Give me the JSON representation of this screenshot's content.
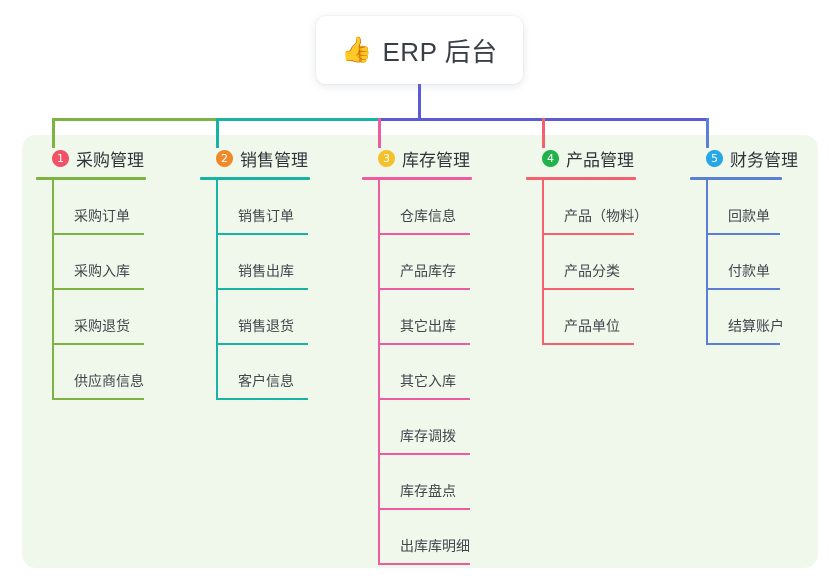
{
  "canvas": {
    "background": "#ffffff",
    "panel_color": "#eff8ea"
  },
  "root": {
    "icon": "thumbs-up-icon",
    "icon_glyph": "👍",
    "label": "ERP 后台"
  },
  "connectors": {
    "root_stem_color": "#5b5bd6",
    "left_bar_segments": [
      {
        "color": "#7cb342"
      },
      {
        "color": "#17b3a3"
      }
    ],
    "right_bar_color": "#5b5bd6"
  },
  "columns": [
    {
      "number": "1",
      "badge_color": "#f25267",
      "accent": "#7cb342",
      "title": "采购管理",
      "items": [
        "采购订单",
        "采购入库",
        "采购退货",
        "供应商信息"
      ]
    },
    {
      "number": "2",
      "badge_color": "#f0892a",
      "accent": "#17b3a3",
      "title": "销售管理",
      "items": [
        "销售订单",
        "销售出库",
        "销售退货",
        "客户信息"
      ]
    },
    {
      "number": "3",
      "badge_color": "#f4c02c",
      "accent": "#ef5ba1",
      "title": "库存管理",
      "items": [
        "仓库信息",
        "产品库存",
        "其它出库",
        "其它入库",
        "库存调拨",
        "库存盘点",
        "出库库明细"
      ]
    },
    {
      "number": "4",
      "badge_color": "#22b24c",
      "accent": "#f4606c",
      "title": "产品管理",
      "items": [
        "产品（物料）",
        "产品分类",
        "产品单位"
      ]
    },
    {
      "number": "5",
      "badge_color": "#25a7e8",
      "accent": "#5b7fd4",
      "title": "财务管理",
      "items": [
        "回款单",
        "付款单",
        "结算账户"
      ]
    }
  ]
}
